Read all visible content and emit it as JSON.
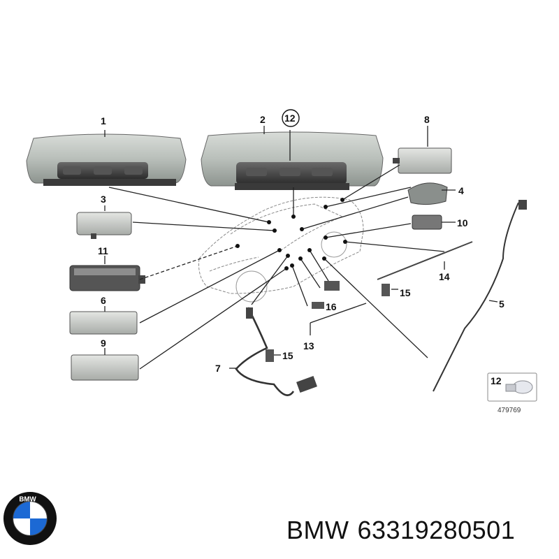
{
  "diagram": {
    "part_numbers": [
      "1",
      "2",
      "3",
      "4",
      "5",
      "6",
      "7",
      "8",
      "9",
      "10",
      "11",
      "12",
      "13",
      "14",
      "15",
      "16"
    ],
    "labels": {
      "p1": "1",
      "p2": "2",
      "p3": "3",
      "p4": "4",
      "p5": "5",
      "p6": "6",
      "p7": "7",
      "p8": "8",
      "p9": "9",
      "p10": "10",
      "p11": "11",
      "p12_circled": "12",
      "p13": "13",
      "p14": "14",
      "p15a": "15",
      "p15b": "15",
      "p16": "16",
      "p12_inset": "12"
    },
    "inset_caption": "479769"
  },
  "footer": {
    "brand": "BMW",
    "part_number": "63319280501"
  },
  "logo": {
    "letters": "BMW",
    "colors": {
      "blue": "#1c69d4",
      "white": "#ffffff",
      "ring": "#111111"
    }
  }
}
